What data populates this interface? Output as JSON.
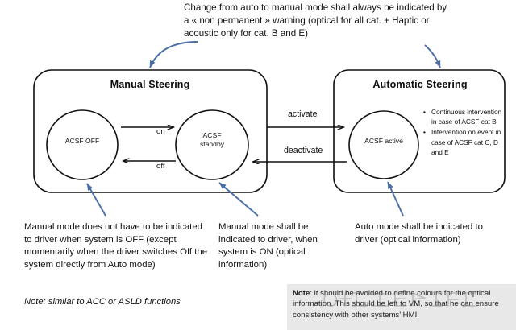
{
  "diagram": {
    "title_top_note": "Change from auto to manual mode shall always be indicated by a « non permanent » warning (optical for all cat. + Haptic or acoustic only for cat. B and E)",
    "states": {
      "manual": {
        "title": "Manual Steering",
        "nodes": [
          {
            "id": "acsf-off",
            "label": "ACSF OFF"
          },
          {
            "id": "acsf-standby",
            "label": "ACSF\nstandby"
          }
        ]
      },
      "automatic": {
        "title": "Automatic Steering",
        "nodes": [
          {
            "id": "acsf-active",
            "label": "ACSF active"
          }
        ],
        "bullets": [
          "Continuous intervention in case of ACSF cat B",
          "Intervention on event in case of ACSF cat C, D and E"
        ]
      }
    },
    "transitions": {
      "on": "on",
      "off": "off",
      "activate": "activate",
      "deactivate": "deactivate"
    },
    "callouts": {
      "manual_off": "Manual mode does not have to be indicated to driver when system is OFF (except momentarily when the driver switches Off the system directly from Auto mode)",
      "manual_on": "Manual mode shall be indicated to driver, when system is ON (optical information)",
      "auto": "Auto mode shall be indicated to driver (optical information)"
    },
    "bottom_note": "Note: similar to ACC or ASLD functions",
    "note_box": {
      "prefix": "Note",
      "text": ": it should be avoided to define colours for the optical information. This should be left to VM, so that he can ensure consistency with other systems’ HMI."
    },
    "colors": {
      "arrow_blue": "#4a6ea8",
      "stroke_black": "#111111",
      "note_box_background": "#e8e8e8",
      "page_background": "#ffffff"
    }
  }
}
